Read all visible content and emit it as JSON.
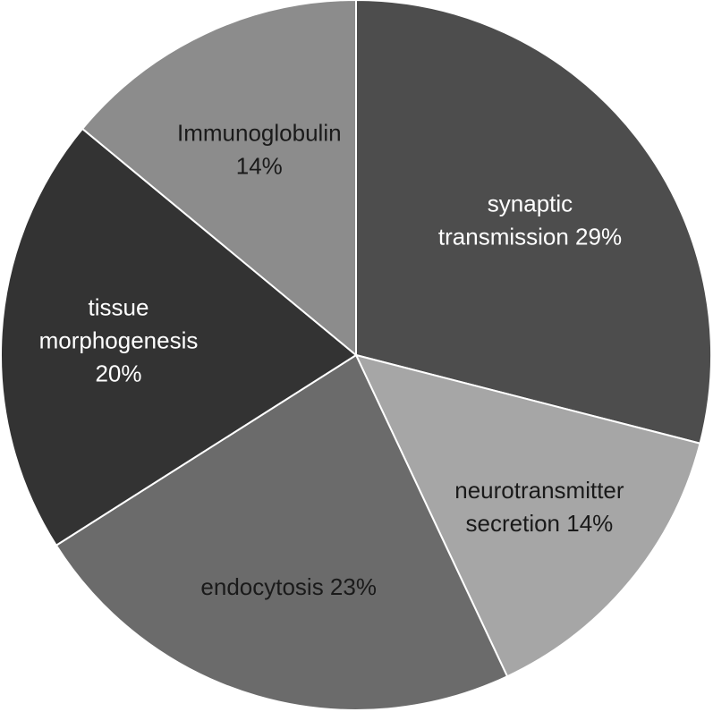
{
  "chart_data": {
    "type": "pie",
    "title": "",
    "slices": [
      {
        "label_lines": [
          "synaptic",
          "transmission 29%"
        ],
        "category": "synaptic transmission",
        "value": 29,
        "color": "#4d4d4d",
        "text_color": "#ffffff"
      },
      {
        "label_lines": [
          "neurotransmitter",
          "secretion 14%"
        ],
        "category": "neurotransmitter secretion",
        "value": 14,
        "color": "#a6a6a6",
        "text_color": "#1a1a1a"
      },
      {
        "label_lines": [
          "endocytosis 23%"
        ],
        "category": "endocytosis",
        "value": 23,
        "color": "#6b6b6b",
        "text_color": "#1a1a1a"
      },
      {
        "label_lines": [
          "tissue",
          "morphogenesis",
          "20%"
        ],
        "category": "tissue morphogenesis",
        "value": 20,
        "color": "#333333",
        "text_color": "#ffffff"
      },
      {
        "label_lines": [
          "Immunoglobulin",
          "14%"
        ],
        "category": "Immunoglobulin",
        "value": 14,
        "color": "#8c8c8c",
        "text_color": "#1a1a1a"
      }
    ],
    "start_angle_deg": 0,
    "direction": "clockwise",
    "legend": "none",
    "grid": false
  }
}
